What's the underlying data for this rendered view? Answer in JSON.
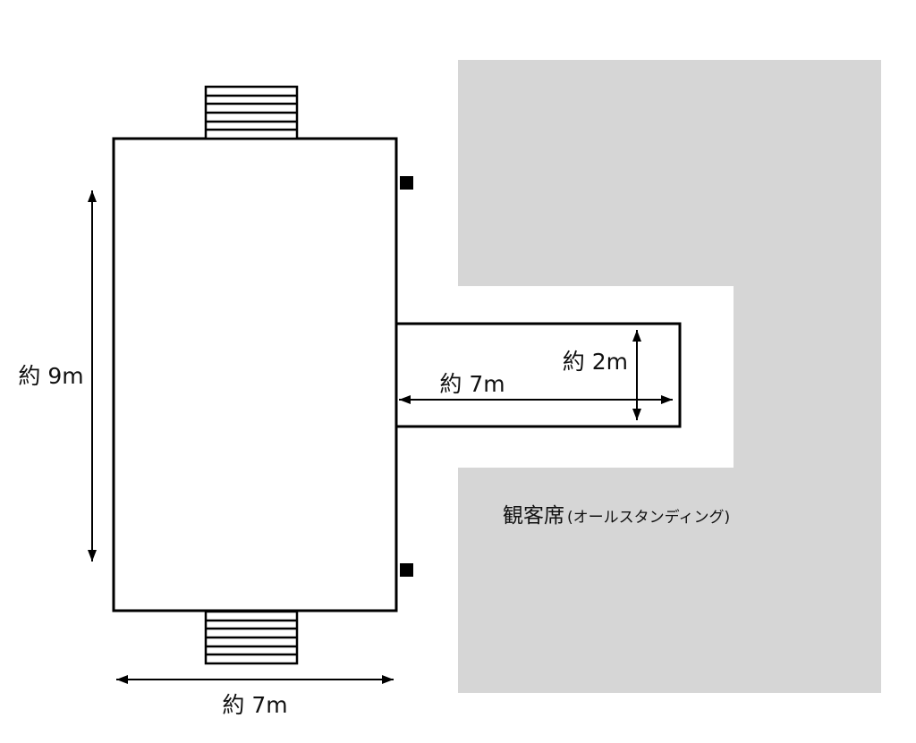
{
  "diagram": {
    "stage": {
      "height_label": "約 9m",
      "width_label": "約 7m"
    },
    "runway": {
      "length_label": "約 7m",
      "width_label": "約 2m"
    },
    "audience": {
      "label": "観客席",
      "sublabel": "(オールスタンディング)"
    }
  },
  "colors": {
    "audience_fill": "#d6d6d6",
    "line": "#000000",
    "background": "#ffffff"
  }
}
